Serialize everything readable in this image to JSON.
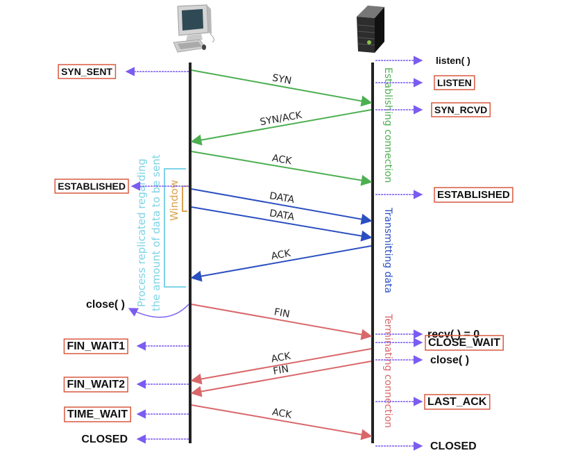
{
  "colors": {
    "lifeline": "#222222",
    "state_arrow": "#7b5cf0",
    "state_box_border": "#d9583f",
    "establish": "#4caf50",
    "transmit": "#2b4fc0",
    "terminate": "#d9676a",
    "process_note": "#7dd3e6",
    "window": "#d9a24a"
  },
  "participants": {
    "client": {
      "name": "client",
      "icon": "desktop-computer-icon"
    },
    "server": {
      "name": "server",
      "icon": "server-tower-icon"
    }
  },
  "messages": [
    {
      "label": "SYN",
      "from": "client",
      "to": "server",
      "phase": "establish"
    },
    {
      "label": "SYN/ACK",
      "from": "server",
      "to": "client",
      "phase": "establish"
    },
    {
      "label": "ACK",
      "from": "client",
      "to": "server",
      "phase": "establish"
    },
    {
      "label": "DATA",
      "from": "client",
      "to": "server",
      "phase": "transmit"
    },
    {
      "label": "DATA",
      "from": "client",
      "to": "server",
      "phase": "transmit"
    },
    {
      "label": "ACK",
      "from": "server",
      "to": "client",
      "phase": "transmit"
    },
    {
      "label": "FIN",
      "from": "client",
      "to": "server",
      "phase": "terminate"
    },
    {
      "label": "ACK",
      "from": "server",
      "to": "client",
      "phase": "terminate"
    },
    {
      "label": "FIN",
      "from": "server",
      "to": "client",
      "phase": "terminate"
    },
    {
      "label": "ACK",
      "from": "client",
      "to": "server",
      "phase": "terminate"
    }
  ],
  "client_states": [
    {
      "label": "SYN_SENT",
      "boxed": true
    },
    {
      "label": "ESTABLISHED",
      "boxed": true
    },
    {
      "label": "close( )",
      "boxed": false
    },
    {
      "label": "FIN_WAIT1",
      "boxed": true
    },
    {
      "label": "FIN_WAIT2",
      "boxed": true
    },
    {
      "label": "TIME_WAIT",
      "boxed": true
    },
    {
      "label": "CLOSED",
      "boxed": false
    }
  ],
  "server_states": [
    {
      "label": "listen( )",
      "boxed": false
    },
    {
      "label": "LISTEN",
      "boxed": true
    },
    {
      "label": "SYN_RCVD",
      "boxed": true
    },
    {
      "label": "ESTABLISHED",
      "boxed": true
    },
    {
      "label": "recv( ) = 0",
      "boxed": false
    },
    {
      "label": "CLOSE_WAIT",
      "boxed": true
    },
    {
      "label": "close( )",
      "boxed": false
    },
    {
      "label": "LAST_ACK",
      "boxed": true
    },
    {
      "label": "CLOSED",
      "boxed": false
    }
  ],
  "phases": {
    "establish": "Establishing connection",
    "transmit": "Transmitting data",
    "terminate": "Terminating connection"
  },
  "notes": {
    "process_line1": "Process replicated regarding",
    "process_line2": "the amount of data to be sent",
    "window": "Window"
  }
}
